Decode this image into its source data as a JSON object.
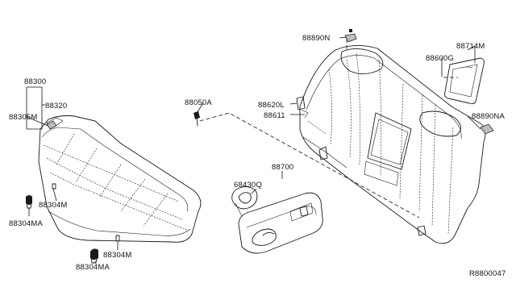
{
  "parts": {
    "p88890n": "88890N",
    "p88714m": "88714M",
    "p88600g": "88600G",
    "p88890na": "88890NA",
    "p88620l": "88620L",
    "p88611": "88611",
    "p88050a": "88050A",
    "p88300": "88300",
    "p88320": "88320",
    "p88305m": "88305M",
    "p88700": "88700",
    "p68430q": "68430Q",
    "p88304m_top": "88304M",
    "p88304ma_top": "88304MA",
    "p88304m_bottom": "88304M",
    "p88304ma_bottom": "88304MA"
  },
  "diagram_ref": "R8800047"
}
